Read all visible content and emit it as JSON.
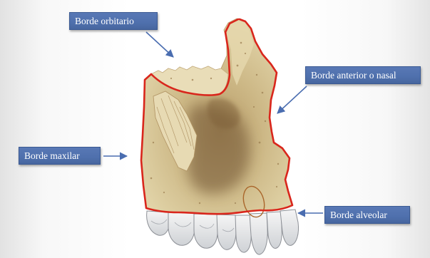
{
  "slide": {
    "labels": {
      "orbital": "Borde orbitario",
      "nasal": "Borde anterior o nasal",
      "maxillary": "Borde maxilar",
      "alveolar": "Borde alveolar"
    }
  },
  "icons": {
    "pointer": "arrow-icon"
  },
  "colors": {
    "label_fill": "#4f70ad",
    "label_border": "#3b5a93",
    "label_text": "#ffffff",
    "arrow": "#4a6db0",
    "bone": "#dccb9c",
    "outline": "#d9261c",
    "teeth": "#e9e9ea"
  }
}
